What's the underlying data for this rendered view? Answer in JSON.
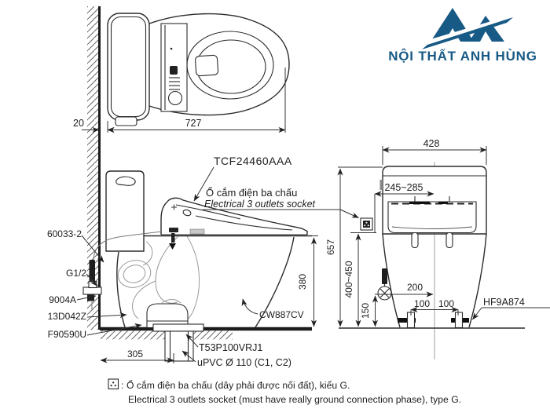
{
  "brand": {
    "name": "NỘI THẤT ANH HÙNG",
    "color": "#185a86"
  },
  "top_view": {
    "wall_gap": "20",
    "total_depth": "727"
  },
  "side_view": {
    "washlet_model": "TCF24460AAA",
    "socket_label_vi": "Ổ cắm điện ba chấu",
    "socket_label_en": "Electrical 3 outlets socket",
    "parts_left": [
      "60033-2",
      "G1/2",
      "9004A",
      "13D042Z",
      "F90590U"
    ],
    "bowl_model": "CW887CV",
    "rim_height": "380",
    "drain_offset": "305",
    "drain_part": "T53P100VRJ1",
    "pipe_spec": "uPVC Ø 110 (C1, C2)"
  },
  "front_view": {
    "width": "428",
    "socket_height_range": "245~285",
    "total_height": "657",
    "supply_height_range": "400~450",
    "valve_height": "150",
    "valve_offset": "200",
    "bolt_spacing_left": "100",
    "bolt_spacing_right": "100",
    "seat_part": "HF9A874"
  },
  "footnote": {
    "separator": ":",
    "line1": "Ổ cắm điện ba chấu (dây phải được nối đất), kiểu G.",
    "line2": "Electrical 3 outlets socket (must have really ground connection phase), type G."
  }
}
